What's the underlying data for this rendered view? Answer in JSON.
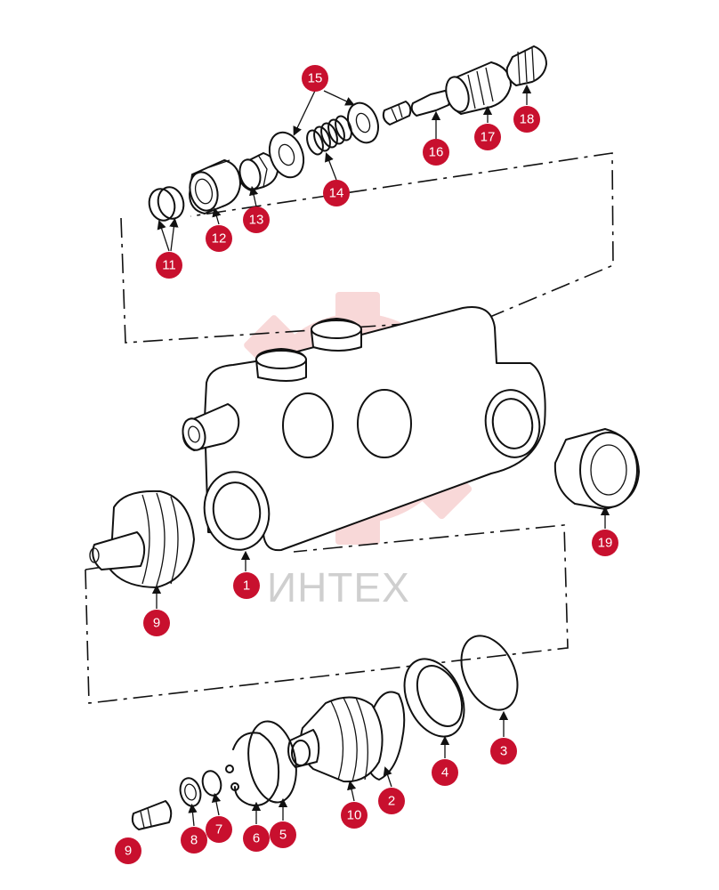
{
  "watermark": {
    "text": "ИНТЕХ",
    "color": "#f3b9b9"
  },
  "accent_color": "#c8102e",
  "callouts": [
    {
      "label": "15"
    },
    {
      "label": "18"
    },
    {
      "label": "17"
    },
    {
      "label": "16"
    },
    {
      "label": "14"
    },
    {
      "label": "13"
    },
    {
      "label": "12"
    },
    {
      "label": "11"
    },
    {
      "label": "19"
    },
    {
      "label": "1"
    },
    {
      "label": "9"
    },
    {
      "label": "3"
    },
    {
      "label": "4"
    },
    {
      "label": "2"
    },
    {
      "label": "10"
    },
    {
      "label": "5"
    },
    {
      "label": "6"
    },
    {
      "label": "7"
    },
    {
      "label": "8"
    },
    {
      "label": "9"
    }
  ]
}
